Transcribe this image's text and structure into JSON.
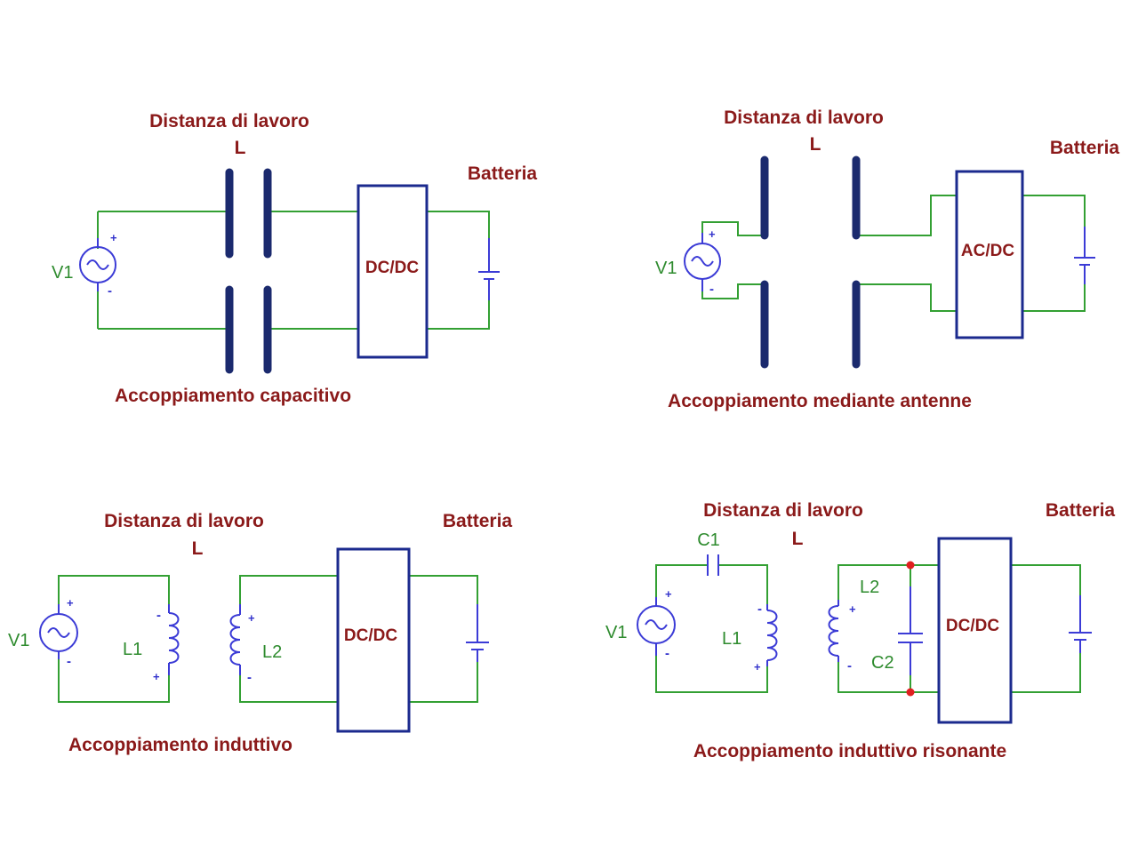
{
  "panels": {
    "capacitive": {
      "heading": "Distanza di lavoro",
      "L": "L",
      "battery": "Batteria",
      "source": "V1",
      "converter": "DC/DC",
      "caption": "Accoppiamento capacitivo"
    },
    "antenna": {
      "heading": "Distanza di lavoro",
      "L": "L",
      "battery": "Batteria",
      "source": "V1",
      "converter": "AC/DC",
      "caption": "Accoppiamento mediante antenne"
    },
    "inductive": {
      "heading": "Distanza di lavoro",
      "L": "L",
      "battery": "Batteria",
      "source": "V1",
      "coil1": "L1",
      "coil2": "L2",
      "converter": "DC/DC",
      "caption": "Accoppiamento induttivo"
    },
    "resonant": {
      "heading": "Distanza di lavoro",
      "L": "L",
      "battery": "Batteria",
      "source": "V1",
      "cap1": "C1",
      "coil1": "L1",
      "coil2": "L2",
      "cap2": "C2",
      "converter": "DC/DC",
      "caption": "Accoppiamento induttivo risonante"
    }
  },
  "signs": {
    "plus": "+",
    "minus": "-"
  },
  "colors": {
    "title_text": "#8b1a1a",
    "wire": "#33a033",
    "component": "#3b3bd6",
    "plate": "#1b2a6e",
    "node": "#e02020"
  }
}
